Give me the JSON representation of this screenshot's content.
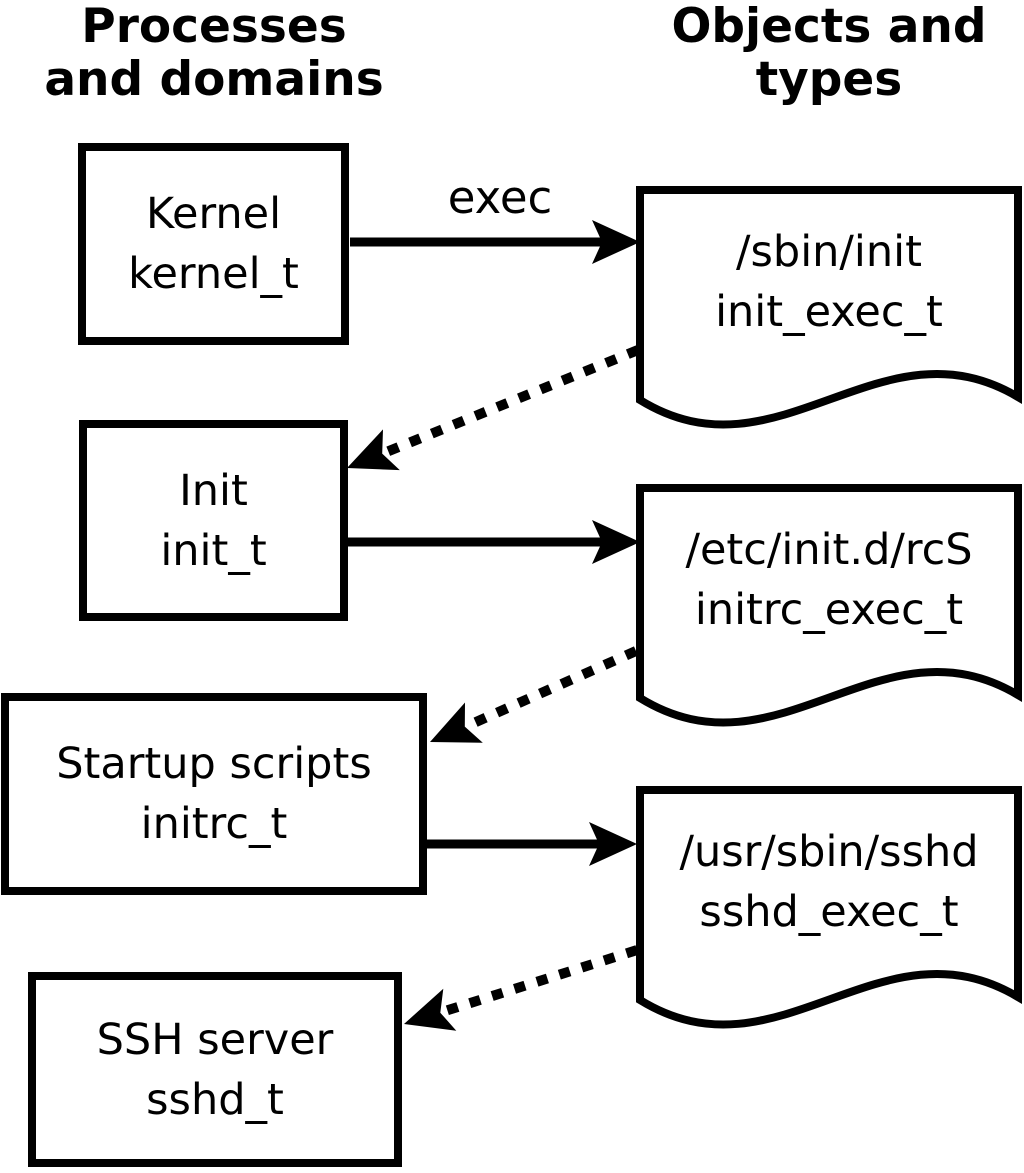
{
  "diagram": {
    "title_implied": "SELinux domain transitions at boot",
    "colors": {
      "foreground": "#000000",
      "background": "#ffffff"
    },
    "headers": {
      "left": {
        "line1": "Processes",
        "line2": "and domains"
      },
      "right": {
        "line1": "Objects and",
        "line2": "types"
      }
    },
    "processes": [
      {
        "name": "Kernel",
        "domain": "kernel_t"
      },
      {
        "name": "Init",
        "domain": "init_t"
      },
      {
        "name": "Startup scripts",
        "domain": "initrc_t"
      },
      {
        "name": "SSH server",
        "domain": "sshd_t"
      }
    ],
    "objects": [
      {
        "path": "/sbin/init",
        "type": "init_exec_t"
      },
      {
        "path": "/etc/init.d/rcS",
        "type": "initrc_exec_t"
      },
      {
        "path": "/usr/sbin/sshd",
        "type": "sshd_exec_t"
      }
    ],
    "exec_arrow_label": "exec",
    "edges": {
      "solid": [
        "kernel_t → /sbin/init (exec)",
        "init_t → /etc/init.d/rcS",
        "initrc_t → /usr/sbin/sshd"
      ],
      "dotted": [
        "/sbin/init → init_t",
        "/etc/init.d/rcS → initrc_t",
        "/usr/sbin/sshd → sshd_t"
      ]
    }
  }
}
